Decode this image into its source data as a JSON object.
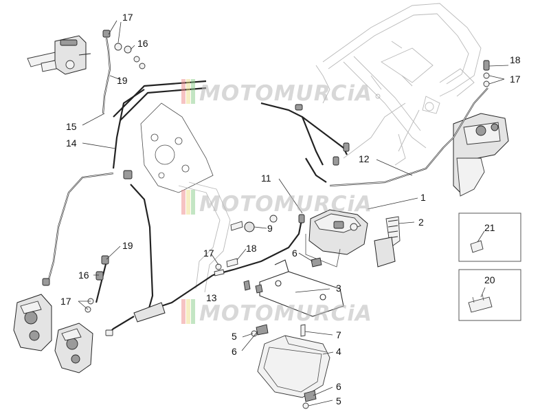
{
  "watermark": "MOTOMURCiA",
  "callouts": {
    "c1": "1",
    "c2": "2",
    "c3": "3",
    "c4": "4",
    "c5a": "5",
    "c5b": "5",
    "c6a": "6",
    "c6b": "6",
    "c6c": "6",
    "c7": "7",
    "c9": "9",
    "c11": "11",
    "c12": "12",
    "c13": "13",
    "c14": "14",
    "c15": "15",
    "c16a": "16",
    "c16b": "16",
    "c17a": "17",
    "c17b": "17",
    "c17c": "17",
    "c17d": "17",
    "c18a": "18",
    "c18b": "18",
    "c19a": "19",
    "c19b": "19",
    "c20": "20",
    "c21": "21"
  }
}
